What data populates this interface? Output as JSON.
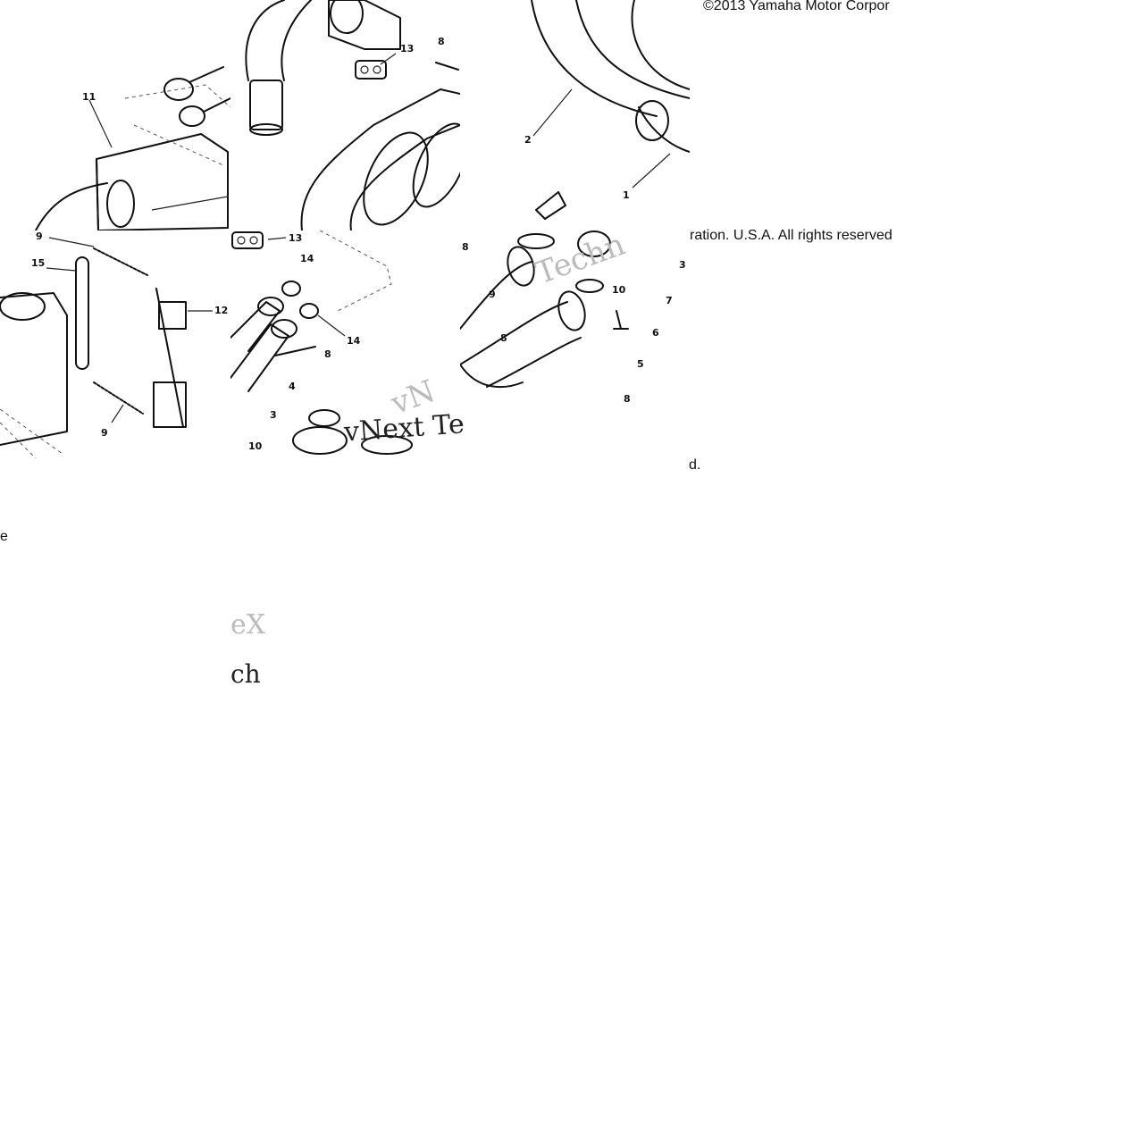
{
  "copyright": {
    "line_top": "©2013 Yamaha Motor Corpor",
    "line_mid": "ration. U.S.A. All rights reserved",
    "line_bottom": "d.",
    "fragment_left": "e"
  },
  "watermark": {
    "text_main": "vNext Te",
    "text_frag_1": "eX",
    "text_frag_2": "ch",
    "arc_text_1": "vN",
    "arc_text_2": "Techn"
  },
  "callouts": {
    "tile_top_left": [
      "11"
    ],
    "tile_top_mid": [
      "13",
      "8"
    ],
    "tile_top_right": [
      "2",
      "1"
    ],
    "tile_mid_left": [
      "9",
      "15",
      "12",
      "9"
    ],
    "tile_mid_center": [
      "13",
      "14",
      "14",
      "8",
      "4",
      "3",
      "10"
    ],
    "tile_mid_right": [
      "8",
      "3",
      "10",
      "7",
      "6",
      "5",
      "8",
      "8",
      "9"
    ]
  }
}
